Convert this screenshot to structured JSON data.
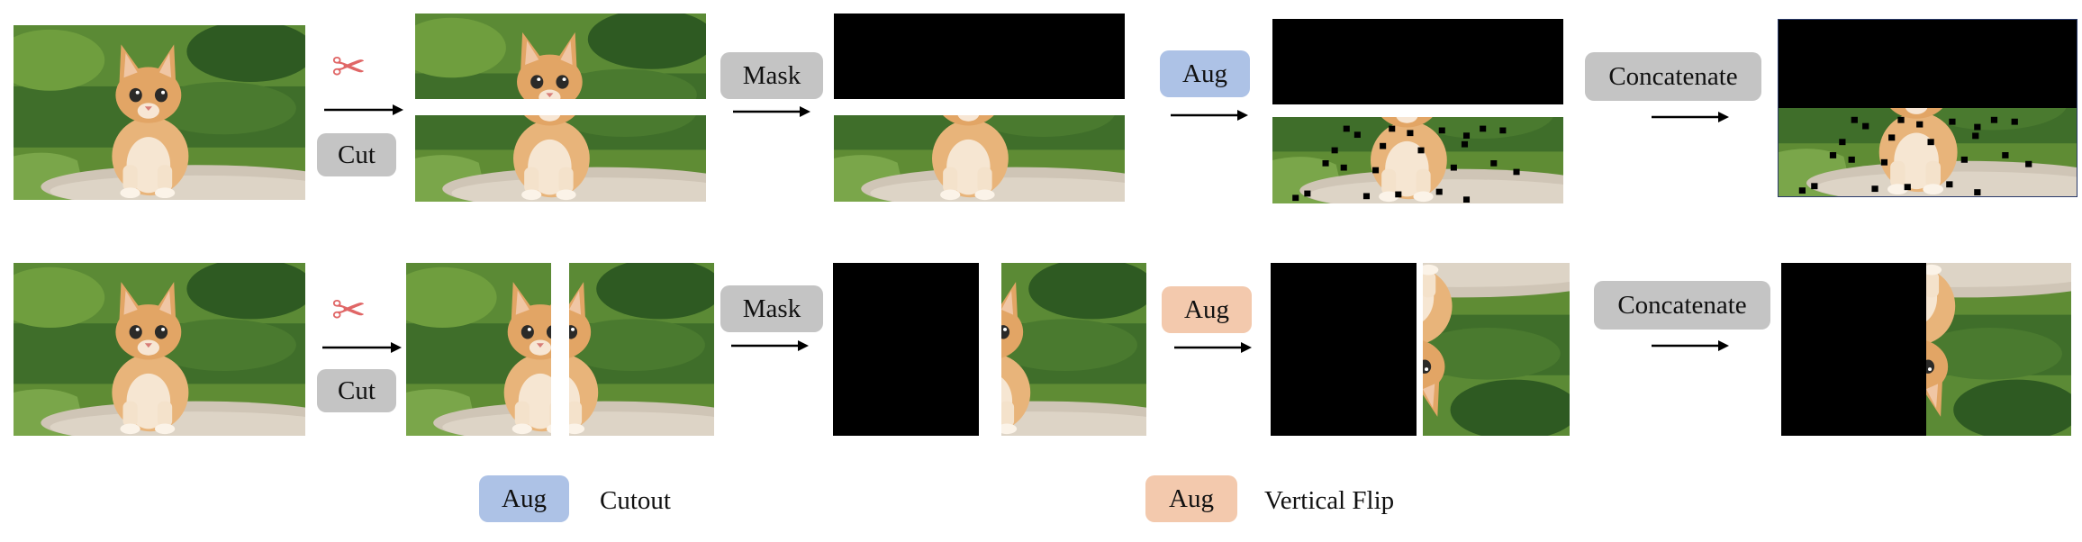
{
  "row1": {
    "cut_label": "Cut",
    "mask_label": "Mask",
    "aug_label": "Aug",
    "concat_label": "Concatenate"
  },
  "row2": {
    "cut_label": "Cut",
    "mask_label": "Mask",
    "aug_label": "Aug",
    "concat_label": "Concatenate"
  },
  "legend": [
    {
      "badge": "Aug",
      "text": "Cutout",
      "color": "#adc2e6"
    },
    {
      "badge": "Aug",
      "text": "Vertical Flip",
      "color": "#f3c9ad"
    }
  ],
  "colors": {
    "badge_gray": "#c4c4c4",
    "aug_blue": "#adc2e6",
    "aug_orange": "#f3c9ad",
    "scissors": "#e06666"
  }
}
